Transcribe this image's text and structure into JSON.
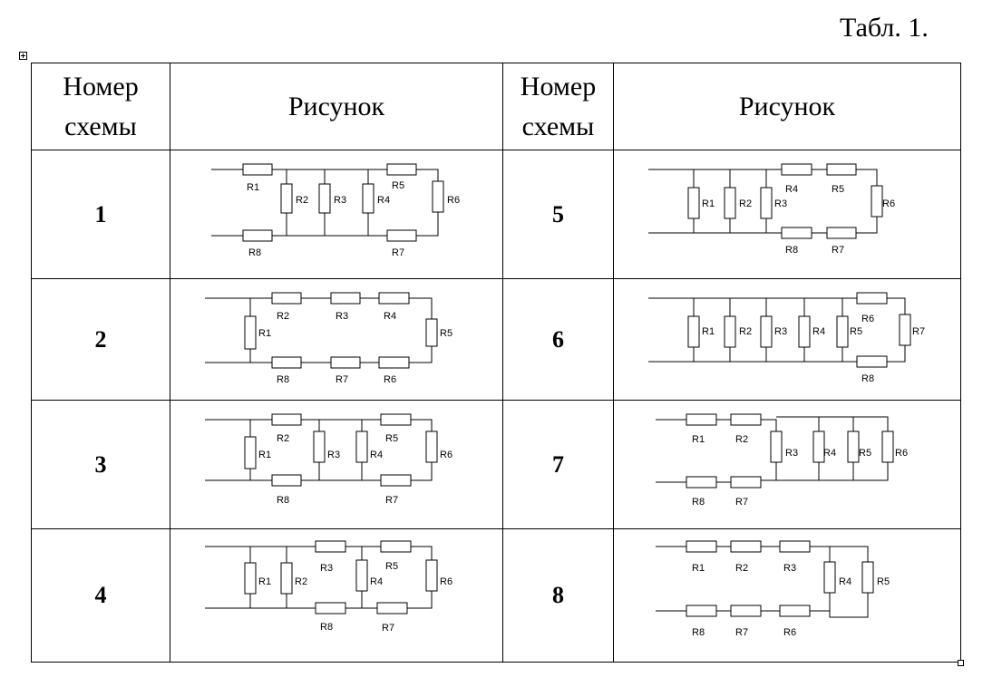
{
  "caption": "Табл. 1.",
  "headers": {
    "number_line1": "Номер",
    "number_line2": "схемы",
    "figure": "Рисунок"
  },
  "rows": [
    {
      "left": "1",
      "right": "5"
    },
    {
      "left": "2",
      "right": "6"
    },
    {
      "left": "3",
      "right": "7"
    },
    {
      "left": "4",
      "right": "8"
    }
  ],
  "labels": {
    "R1": "R1",
    "R2": "R2",
    "R3": "R3",
    "R4": "R4",
    "R5": "R5",
    "R6": "R6",
    "R7": "R7",
    "R8": "R8"
  }
}
